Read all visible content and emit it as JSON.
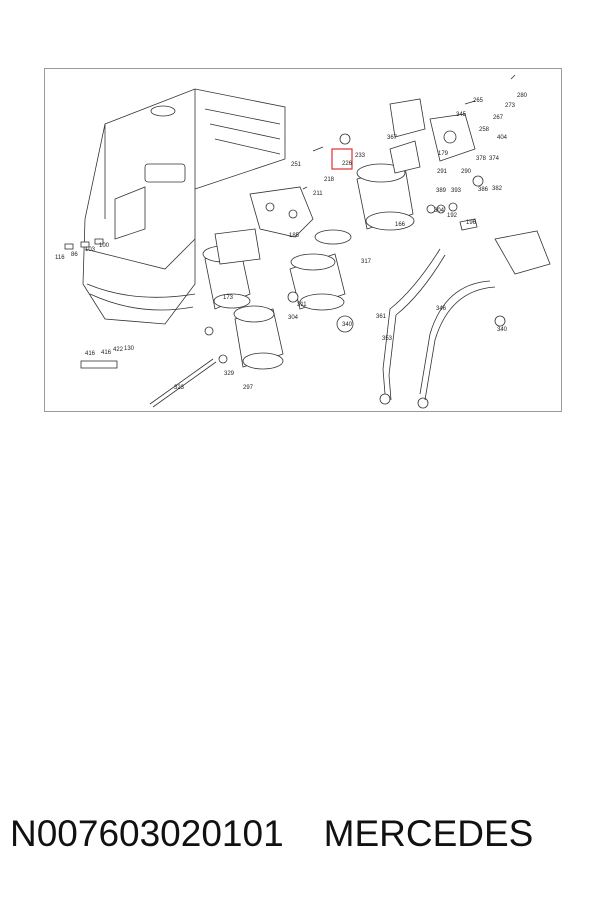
{
  "diagram": {
    "callouts": [
      "116",
      "86",
      "103",
      "100",
      "251",
      "218",
      "211",
      "233",
      "226",
      "185",
      "173",
      "304",
      "311",
      "297",
      "329",
      "323",
      "416",
      "416",
      "422",
      "130",
      "317",
      "340",
      "166",
      "367",
      "345",
      "265",
      "273",
      "280",
      "258",
      "267",
      "404",
      "179",
      "378",
      "374",
      "291",
      "290",
      "389",
      "393",
      "386",
      "382",
      "304",
      "192",
      "196",
      "361",
      "346",
      "353",
      "340"
    ],
    "highlighted_callout": "226",
    "highlight_color": "#e03030"
  },
  "caption": {
    "part_number": "N007603020101",
    "brand": "MERCEDES"
  }
}
